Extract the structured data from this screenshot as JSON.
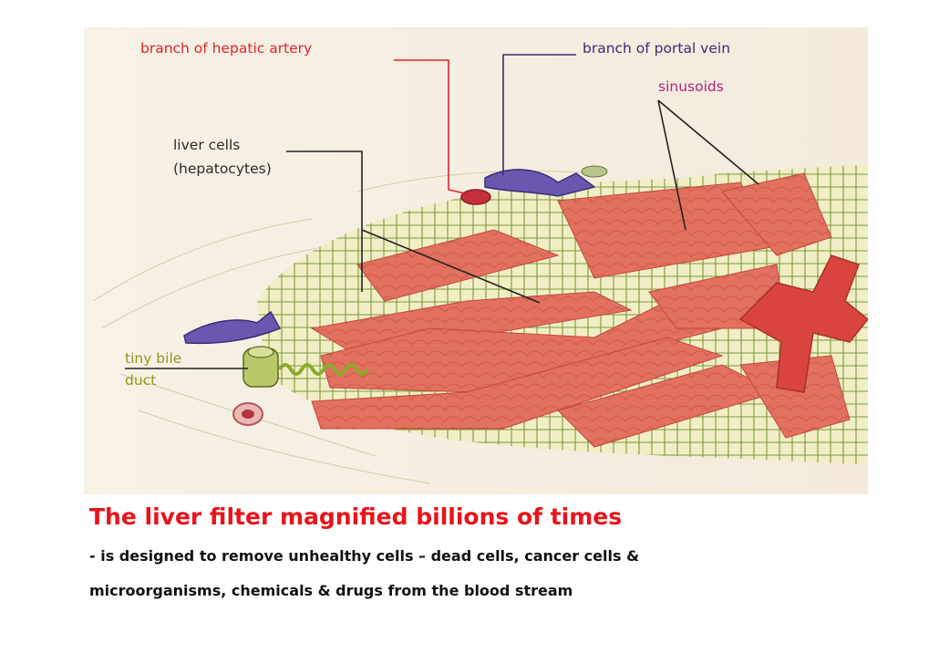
{
  "labels": {
    "hepatic_artery": "branch of hepatic artery",
    "portal_vein": "branch of portal vein",
    "sinusoids": "sinusoids",
    "liver_cells_1": "liver cells",
    "liver_cells_2": "(hepatocytes)",
    "bile_duct_1": "tiny bile",
    "bile_duct_2": "duct"
  },
  "caption": {
    "title": "The liver filter magnified billions of times",
    "line1": " - is designed to remove unhealthy cells – dead cells, cancer cells &",
    "line2": "microorganisms, chemicals & drugs from the blood stream"
  },
  "colors": {
    "artery_label": "#e0242b",
    "portal_vein_label": "#3a2a7a",
    "sinusoids_label": "#b0207a",
    "liver_cells_label": "#2a2a2a",
    "bile_duct_label": "#8a9a1a",
    "caption_title": "#e8141b",
    "tissue": "#e06a5a",
    "cell_plate": "#f2efc8",
    "vein_purple": "#6a58b0"
  }
}
